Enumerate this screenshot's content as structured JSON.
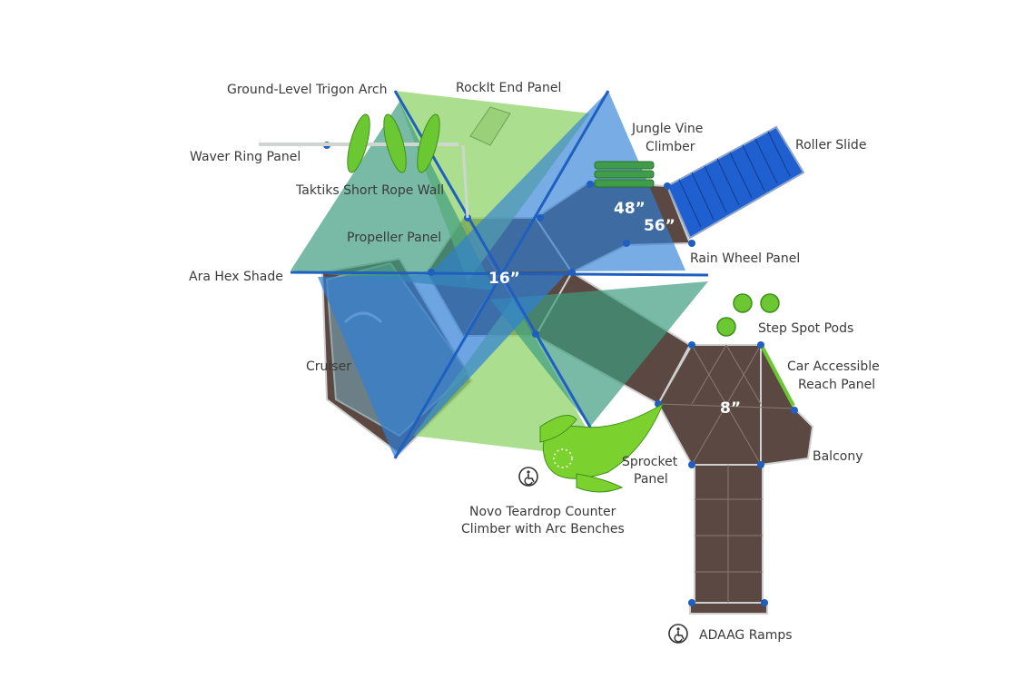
{
  "labels": {
    "ground_level_trigon_arch": "Ground-Level Trigon Arch",
    "rockit_end_panel": "RockIt End Panel",
    "jungle_vine_climber_1": "Jungle Vine",
    "jungle_vine_climber_2": "Climber",
    "roller_slide": "Roller Slide",
    "waver_ring_panel": "Waver Ring Panel",
    "taktiks_short_rope_wall": "Taktiks Short Rope Wall",
    "propeller_panel": "Propeller Panel",
    "rain_wheel_panel": "Rain Wheel Panel",
    "ara_hex_shade": "Ara Hex Shade",
    "step_spot_pods": "Step Spot Pods",
    "cruiser": "Cruiser",
    "car_accessible_reach_panel_1": "Car Accessible",
    "car_accessible_reach_panel_2": "Reach Panel",
    "balcony": "Balcony",
    "sprocket_panel_1": "Sprocket",
    "sprocket_panel_2": "Panel",
    "novo_teardrop_1": "Novo Teardrop Counter",
    "novo_teardrop_2": "Climber with Arc Benches",
    "adaag_ramps": "ADAAG Ramps"
  },
  "dimensions": {
    "deck_48": "48”",
    "deck_56": "56”",
    "deck_16": "16”",
    "deck_8": "8”"
  },
  "colors": {
    "deck": "#5b4842",
    "shade_green": "#8fd36a",
    "shade_teal": "#3f9d7f",
    "shade_blue": "#2f7fd6",
    "post_blue": "#1e5fc0",
    "accent_green": "#7bd12d",
    "slide_blue": "#1f5fd0"
  },
  "icons": [
    "accessibility-icon"
  ]
}
